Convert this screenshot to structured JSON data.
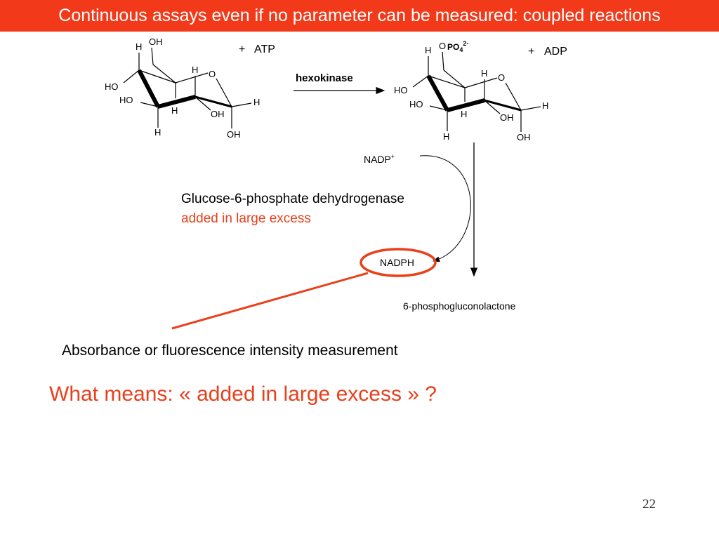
{
  "slide": {
    "title": "Continuous assays even if no parameter can be measured: coupled reactions",
    "page_number": "22",
    "colors": {
      "title_bg": "#f23a1a",
      "accent": "#e8401c"
    }
  },
  "reaction": {
    "glucose": {
      "H": "H",
      "OH": "OH",
      "HO": "HO",
      "O": "O"
    },
    "reagent_plus": "+",
    "cofactor_in": "ATP",
    "enzyme1": "hexokinase",
    "g6p": {
      "H": "H",
      "OH": "OH",
      "HO": "HO",
      "O": "O",
      "phosphate_O": "O",
      "phosphate_group": "PO",
      "phosphate_sub": "4",
      "phosphate_charge": "2-"
    },
    "cofactor_out": "ADP",
    "nadp": "NADP",
    "nadp_charge": "+",
    "nadph": "NADPH",
    "product": "6-phosphogluconolactone"
  },
  "annotations": {
    "enzyme2": "Glucose-6-phosphate dehydrogenase",
    "excess": "added in large excess",
    "measurement": "Absorbance or fluorescence intensity measurement",
    "question": "What means: « added in large excess » ?"
  }
}
